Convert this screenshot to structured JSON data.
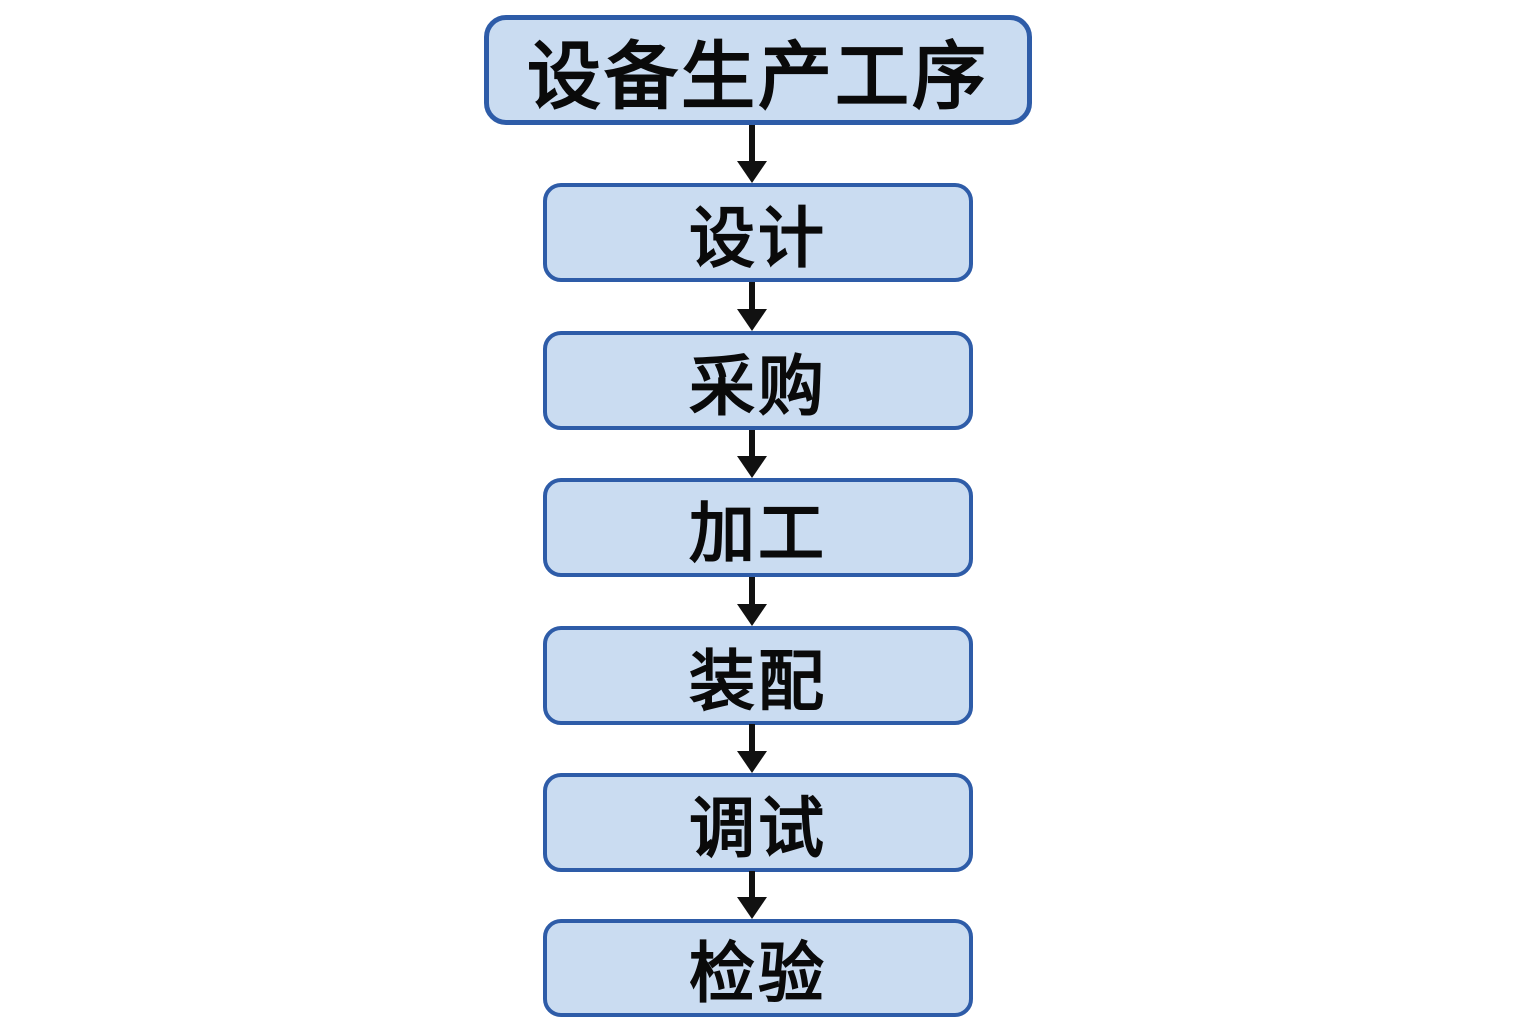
{
  "diagram": {
    "type": "flowchart",
    "direction": "top-to-bottom",
    "nodes": [
      {
        "id": "title",
        "label": "设备生产工序",
        "role": "title"
      },
      {
        "id": "step1",
        "label": "设计",
        "role": "step"
      },
      {
        "id": "step2",
        "label": "采购",
        "role": "step"
      },
      {
        "id": "step3",
        "label": "加工",
        "role": "step"
      },
      {
        "id": "step4",
        "label": "装配",
        "role": "step"
      },
      {
        "id": "step5",
        "label": "调试",
        "role": "step"
      },
      {
        "id": "step6",
        "label": "检验",
        "role": "step"
      }
    ],
    "edges": [
      {
        "from": "title",
        "to": "step1"
      },
      {
        "from": "step1",
        "to": "step2"
      },
      {
        "from": "step2",
        "to": "step3"
      },
      {
        "from": "step3",
        "to": "step4"
      },
      {
        "from": "step4",
        "to": "step5"
      },
      {
        "from": "step5",
        "to": "step6"
      }
    ],
    "colors": {
      "node_fill": "#cadcf1",
      "node_border": "#2e5ca8",
      "arrow": "#111111",
      "text": "#0a0a0a",
      "background": "#ffffff"
    }
  }
}
